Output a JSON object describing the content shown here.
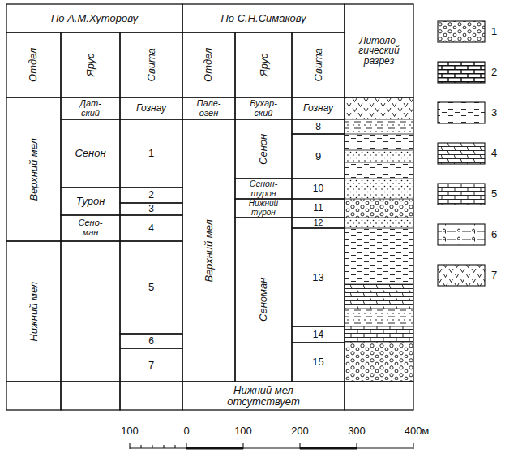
{
  "diagram": {
    "nodes": [
      {
        "text": [
          "По А.М.Хуторову"
        ]
      },
      {
        "text": [
          "По С.Н.Симакову"
        ]
      },
      {
        "text": [
          "Литоло- гический разрез"
        ]
      },
      {
        "text": [
          "Отдел"
        ]
      },
      {
        "text": [
          "Ярус"
        ]
      },
      {
        "text": [
          "Свита"
        ]
      },
      {
        "text": [
          "Отдел"
        ]
      },
      {
        "text": [
          "Ярус"
        ]
      },
      {
        "text": [
          "Свита"
        ]
      },
      {
        "text": [
          "Верхний мел"
        ]
      },
      {
        "text": [
          "Дат- ский"
        ]
      },
      {
        "text": [
          "Гознау"
        ]
      },
      {
        "text": [
          "Пале- оген"
        ]
      },
      {
        "text": [
          "Бухар- ский"
        ]
      },
      {
        "text": [
          "Гознау"
        ]
      },
      {
        "text": [
          "Сенон"
        ]
      },
      {
        "text": [
          "1"
        ]
      },
      {
        "text": [
          "Верхний мел"
        ]
      },
      {
        "text": [
          "Сенон"
        ]
      },
      {
        "text": [
          "8"
        ]
      },
      {
        "text": [
          "9"
        ]
      },
      {
        "text": [
          "Сенон- турон"
        ]
      },
      {
        "text": [
          "10"
        ]
      },
      {
        "text": [
          "Турон"
        ]
      },
      {
        "text": [
          "2"
        ]
      },
      {
        "text": [
          "3"
        ]
      },
      {
        "text": [
          "Нижний турон"
        ]
      },
      {
        "text": [
          "11"
        ]
      },
      {
        "text": [
          "Сено- ман"
        ]
      },
      {
        "text": [
          "4"
        ]
      },
      {
        "text": [
          "Сеноман"
        ]
      },
      {
        "text": [
          "12"
        ]
      },
      {
        "text": [
          "Нижний мел"
        ]
      },
      {
        "text": [
          "5"
        ]
      },
      {
        "text": [
          "13"
        ]
      },
      {
        "text": [
          "14"
        ]
      },
      {
        "text": [
          "6"
        ]
      },
      {
        "text": [
          "15"
        ]
      },
      {
        "text": [
          "7"
        ]
      },
      {
        "text": [
          "Нижний мел отсутствует"
        ]
      }
    ],
    "labels": [
      "100",
      "0",
      "100",
      "200",
      "300",
      "400м"
    ],
    "legend": [
      {
        "text": "1"
      },
      {
        "text": "2"
      },
      {
        "text": "3"
      },
      {
        "text": "4"
      },
      {
        "text": "5"
      },
      {
        "text": "6"
      },
      {
        "text": "7"
      }
    ]
  }
}
